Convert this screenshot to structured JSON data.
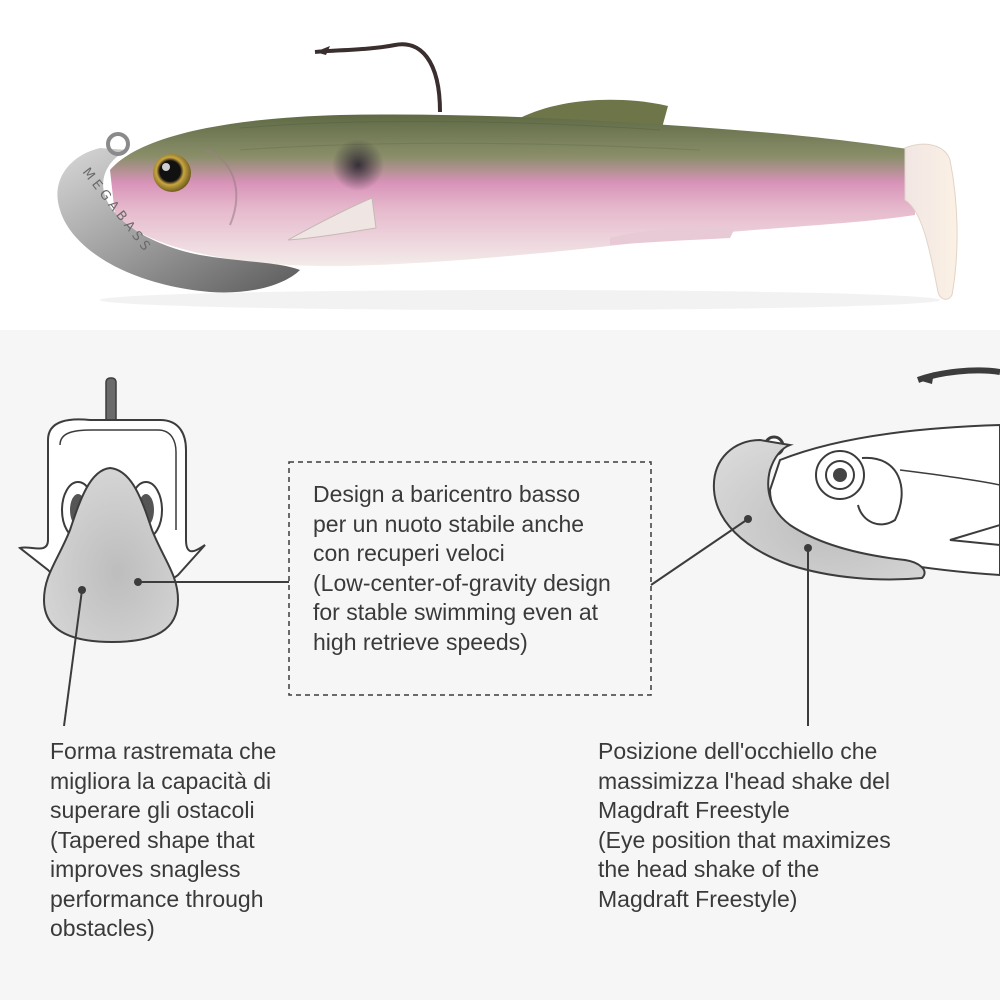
{
  "product": {
    "brand_mark": "MEGABASS"
  },
  "callouts": {
    "center": {
      "lines": [
        "Design a baricentro basso",
        "per un nuoto stabile anche",
        "con recuperi veloci",
        "(Low-center-of-gravity design",
        "for stable swimming even at",
        "high retrieve speeds)"
      ]
    },
    "left": {
      "lines": [
        "Forma rastremata che",
        "migliora la capacità di",
        "superare gli ostacoli",
        "(Tapered shape that",
        "improves snagless",
        "performance through",
        "obstacles)"
      ]
    },
    "right": {
      "lines": [
        "Posizione dell'occhiello che",
        "massimizza l'head shake del",
        "Magdraft Freestyle",
        "(Eye position that maximizes",
        "the head shake of the",
        "Magdraft Freestyle)"
      ]
    }
  },
  "colors": {
    "lure_back": "#6f7a55",
    "lure_side": "#e8a6c4",
    "lure_belly": "#f1e7e6",
    "jig_head": "#9a9a9a",
    "diagram_bg": "#f6f6f6",
    "line_art": "#3c3c3c"
  }
}
